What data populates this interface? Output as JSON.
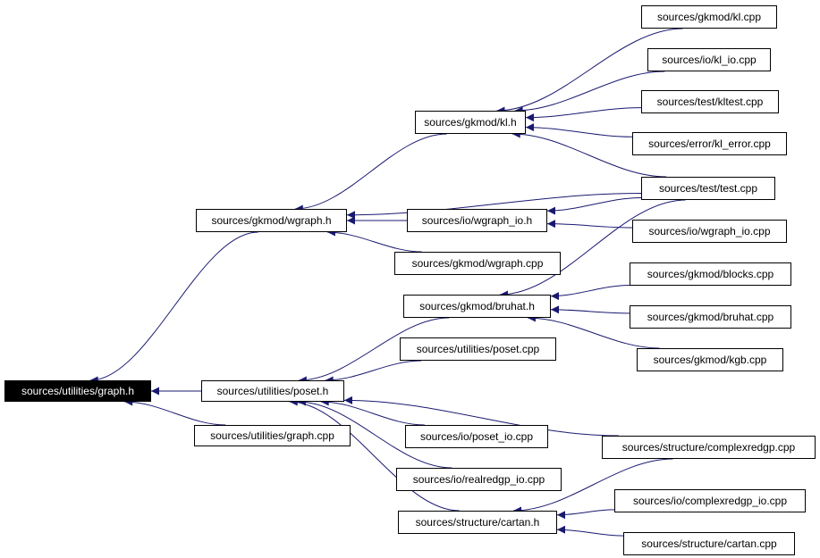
{
  "diagram": {
    "colors": {
      "edge": "#191970",
      "node_border": "#000000",
      "root_fill": "#000000",
      "root_text": "#ffffff"
    },
    "nodes": [
      {
        "id": "graph_h",
        "label": "sources/utilities/graph.h",
        "root": true
      },
      {
        "id": "graph_cpp",
        "label": "sources/utilities/graph.cpp"
      },
      {
        "id": "poset_h",
        "label": "sources/utilities/poset.h"
      },
      {
        "id": "poset_cpp",
        "label": "sources/utilities/poset.cpp"
      },
      {
        "id": "poset_io",
        "label": "sources/io/poset_io.cpp"
      },
      {
        "id": "realredgp_io",
        "label": "sources/io/realredgp_io.cpp"
      },
      {
        "id": "cartan_h",
        "label": "sources/structure/cartan.h"
      },
      {
        "id": "cartan_cpp",
        "label": "sources/structure/cartan.cpp"
      },
      {
        "id": "complexredgp",
        "label": "sources/structure/complexredgp.cpp"
      },
      {
        "id": "complexredgp_io",
        "label": "sources/io/complexredgp_io.cpp"
      },
      {
        "id": "bruhat_h",
        "label": "sources/gkmod/bruhat.h"
      },
      {
        "id": "blocks_cpp",
        "label": "sources/gkmod/blocks.cpp"
      },
      {
        "id": "bruhat_cpp",
        "label": "sources/gkmod/bruhat.cpp"
      },
      {
        "id": "kgb_cpp",
        "label": "sources/gkmod/kgb.cpp"
      },
      {
        "id": "wgraph_h",
        "label": "sources/gkmod/wgraph.h"
      },
      {
        "id": "wgraph_cpp",
        "label": "sources/gkmod/wgraph.cpp"
      },
      {
        "id": "wgraph_io_h",
        "label": "sources/io/wgraph_io.h"
      },
      {
        "id": "wgraph_io_cpp",
        "label": "sources/io/wgraph_io.cpp"
      },
      {
        "id": "test_cpp",
        "label": "sources/test/test.cpp"
      },
      {
        "id": "kl_h",
        "label": "sources/gkmod/kl.h"
      },
      {
        "id": "kl_cpp",
        "label": "sources/gkmod/kl.cpp"
      },
      {
        "id": "kl_io",
        "label": "sources/io/kl_io.cpp"
      },
      {
        "id": "kltest",
        "label": "sources/test/kltest.cpp"
      },
      {
        "id": "kl_error",
        "label": "sources/error/kl_error.cpp"
      }
    ],
    "edges": [
      {
        "from": "graph_cpp",
        "to": "graph_h"
      },
      {
        "from": "poset_h",
        "to": "graph_h"
      },
      {
        "from": "wgraph_h",
        "to": "graph_h"
      },
      {
        "from": "poset_cpp",
        "to": "poset_h"
      },
      {
        "from": "poset_io",
        "to": "poset_h"
      },
      {
        "from": "realredgp_io",
        "to": "poset_h"
      },
      {
        "from": "cartan_h",
        "to": "poset_h"
      },
      {
        "from": "complexredgp",
        "to": "poset_h"
      },
      {
        "from": "bruhat_h",
        "to": "poset_h"
      },
      {
        "from": "complexredgp",
        "to": "cartan_h"
      },
      {
        "from": "complexredgp_io",
        "to": "cartan_h"
      },
      {
        "from": "cartan_cpp",
        "to": "cartan_h"
      },
      {
        "from": "blocks_cpp",
        "to": "bruhat_h"
      },
      {
        "from": "bruhat_cpp",
        "to": "bruhat_h"
      },
      {
        "from": "kgb_cpp",
        "to": "bruhat_h"
      },
      {
        "from": "test_cpp",
        "to": "bruhat_h"
      },
      {
        "from": "wgraph_io_h",
        "to": "wgraph_h"
      },
      {
        "from": "wgraph_cpp",
        "to": "wgraph_h"
      },
      {
        "from": "test_cpp",
        "to": "wgraph_h"
      },
      {
        "from": "kl_h",
        "to": "wgraph_h"
      },
      {
        "from": "test_cpp",
        "to": "wgraph_io_h"
      },
      {
        "from": "wgraph_io_cpp",
        "to": "wgraph_io_h"
      },
      {
        "from": "kl_cpp",
        "to": "kl_h"
      },
      {
        "from": "kl_io",
        "to": "kl_h"
      },
      {
        "from": "kltest",
        "to": "kl_h"
      },
      {
        "from": "kl_error",
        "to": "kl_h"
      },
      {
        "from": "test_cpp",
        "to": "kl_h"
      }
    ]
  }
}
